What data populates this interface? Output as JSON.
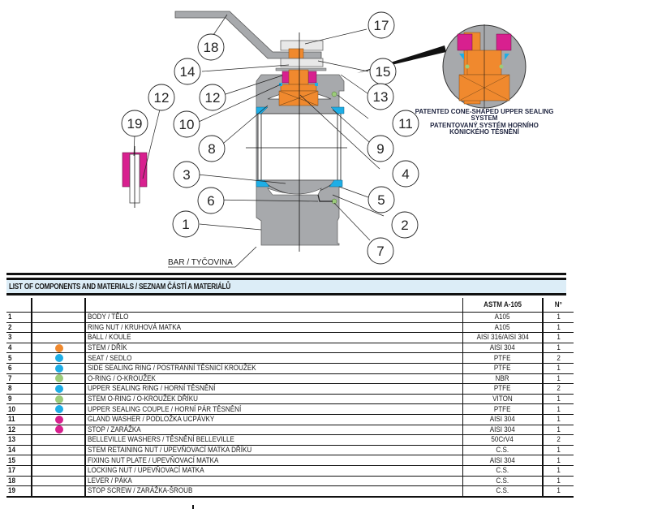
{
  "drawing": {
    "callouts": [
      {
        "id": "18",
        "label": "18"
      },
      {
        "id": "17",
        "label": "17"
      },
      {
        "id": "14",
        "label": "14"
      },
      {
        "id": "15",
        "label": "15"
      },
      {
        "id": "12",
        "label": "12"
      },
      {
        "id": "12b",
        "label": "12"
      },
      {
        "id": "13",
        "label": "13"
      },
      {
        "id": "19",
        "label": "19"
      },
      {
        "id": "10",
        "label": "10"
      },
      {
        "id": "11",
        "label": "11"
      },
      {
        "id": "8",
        "label": "8"
      },
      {
        "id": "9",
        "label": "9"
      },
      {
        "id": "4",
        "label": "4"
      },
      {
        "id": "3",
        "label": "3"
      },
      {
        "id": "5",
        "label": "5"
      },
      {
        "id": "6",
        "label": "6"
      },
      {
        "id": "2",
        "label": "2"
      },
      {
        "id": "1",
        "label": "1"
      },
      {
        "id": "7",
        "label": "7"
      }
    ],
    "bar_label": "BAR / TYČOVINA",
    "detail_note_en_line1": "PATENTED CONE-SHAPED UPPER SEALING",
    "detail_note_en_line2": "SYSTEM",
    "detail_note_cz_line1": "PATENTOVANÝ SYSTÉM  HORNÍHO",
    "detail_note_cz_line2": "KÓNICKÉHO TĚSNĚNÍ",
    "colors": {
      "body_gray": "#a7a9ac",
      "stem_orange": "#f0892e",
      "seal_blue": "#1eaee6",
      "oring_green": "#9ccc7a",
      "washer_magenta": "#d8208f",
      "title_bg": "#dcedf7"
    }
  },
  "table": {
    "title": "LIST OF COMPONENTS AND MATERIALS  /  SEZNAM ČÁSTÍ A MATERIÁLŮ",
    "header_material": "ASTM A-105",
    "header_qty": "N°",
    "rows": [
      {
        "no": "1",
        "dot": "",
        "desc": "BODY  /  TĚLO",
        "material": "A105",
        "qty": "1"
      },
      {
        "no": "2",
        "dot": "",
        "desc": "RING NUT  /  KRUHOVÁ MATKA",
        "material": "A105",
        "qty": "1"
      },
      {
        "no": "3",
        "dot": "",
        "desc": "BALL  /  KOULE",
        "material": "AISI 316/AISI 304",
        "qty": "1"
      },
      {
        "no": "4",
        "dot": "#f0892e",
        "desc": "STEM  /  DŘÍK",
        "material": "AISI 304",
        "qty": "1"
      },
      {
        "no": "5",
        "dot": "#1eaee6",
        "desc": "SEAT  /  SEDLO",
        "material": "PTFE",
        "qty": "2"
      },
      {
        "no": "6",
        "dot": "#1eaee6",
        "desc": "SIDE SEALING RING  /  POSTRANNÍ TĚSNICÍ KROUŽEK",
        "material": "PTFE",
        "qty": "1"
      },
      {
        "no": "7",
        "dot": "#9ccc7a",
        "desc": "O-RING  /  O-KROUŽEK",
        "material": "NBR",
        "qty": "1"
      },
      {
        "no": "8",
        "dot": "#1eaee6",
        "desc": "UPPER SEALING RING  /  HORNÍ TĚSNĚNÍ",
        "material": "PTFE",
        "qty": "2"
      },
      {
        "no": "9",
        "dot": "#9ccc7a",
        "desc": "STEM O-RING  / O-KROUŽEK DŘÍKU",
        "material": "VITON",
        "qty": "1"
      },
      {
        "no": "10",
        "dot": "#1eaee6",
        "desc": "UPPER SEALING COUPLE  /  HORNÍ PÁR TĚSNĚNÍ",
        "material": "PTFE",
        "qty": "1"
      },
      {
        "no": "11",
        "dot": "#d8208f",
        "desc": "GLAND WASHER  /  PODLOŽKA UCPÁVKY",
        "material": "AISI 304",
        "qty": "1"
      },
      {
        "no": "12",
        "dot": "#d8208f",
        "desc": "STOP  /  ZARÁŽKA",
        "material": "AISI 304",
        "qty": "1"
      },
      {
        "no": "13",
        "dot": "",
        "desc": "BELLEVILLE WASHERS  /  TĚSNĚNÍ BELLEVILLE",
        "material": "50CrV4",
        "qty": "2"
      },
      {
        "no": "14",
        "dot": "",
        "desc": "STEM RETAINING NUT  /  UPEVŇOVACÍ MATKA DŘÍKU",
        "material": "C.S.",
        "qty": "1"
      },
      {
        "no": "15",
        "dot": "",
        "desc": "FIXING NUT PLATE  /  UPEVŇOVACÍ MATKA",
        "material": "AISI 304",
        "qty": "1"
      },
      {
        "no": "17",
        "dot": "",
        "desc": "LOCKING NUT  /  UPEVŇOVACÍ MATKA",
        "material": "C.S.",
        "qty": "1"
      },
      {
        "no": "18",
        "dot": "",
        "desc": "LEVER  /  PÁKA",
        "material": "C.S.",
        "qty": "1"
      },
      {
        "no": "19",
        "dot": "",
        "desc": "STOP SCREW  /  ZARÁŽKA-ŠROUB",
        "material": "C.S.",
        "qty": "1"
      }
    ]
  }
}
